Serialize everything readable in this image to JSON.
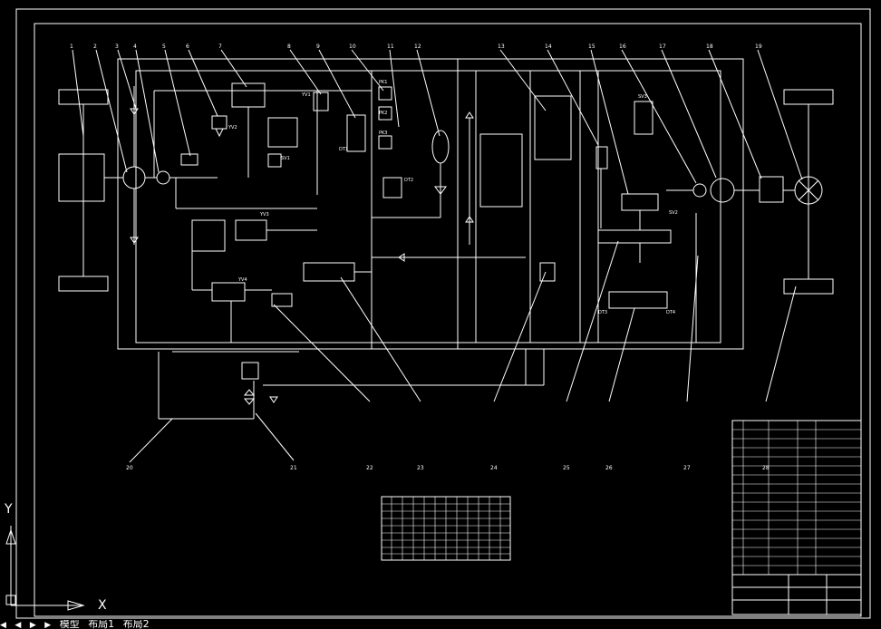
{
  "drawing": {
    "colors": {
      "background": "#000000",
      "line": "#ffffff"
    },
    "callouts": [
      "1",
      "2",
      "3",
      "4",
      "5",
      "6",
      "7",
      "8",
      "9",
      "10",
      "11",
      "12",
      "13",
      "14",
      "15",
      "16",
      "17",
      "18",
      "19",
      "20",
      "21",
      "22",
      "23",
      "24",
      "25",
      "26",
      "27",
      "28"
    ],
    "valve_tags": {
      "yv1": "YV1",
      "yv2": "YV2",
      "yv3": "YV3",
      "yv4": "YV4",
      "dt1": "DT1",
      "dt2": "DT2",
      "dt3": "DT3",
      "dt4": "DT4",
      "pk1": "PK1",
      "pk2": "PK2",
      "pk3": "PK3",
      "sv1": "SV1",
      "sv2": "SV2",
      "sv3": "SV3"
    },
    "ucs": {
      "x_label": "X",
      "y_label": "Y"
    }
  },
  "layout_tabs": {
    "items": [
      "模型",
      "布局1",
      "布局2"
    ],
    "active": "模型"
  }
}
